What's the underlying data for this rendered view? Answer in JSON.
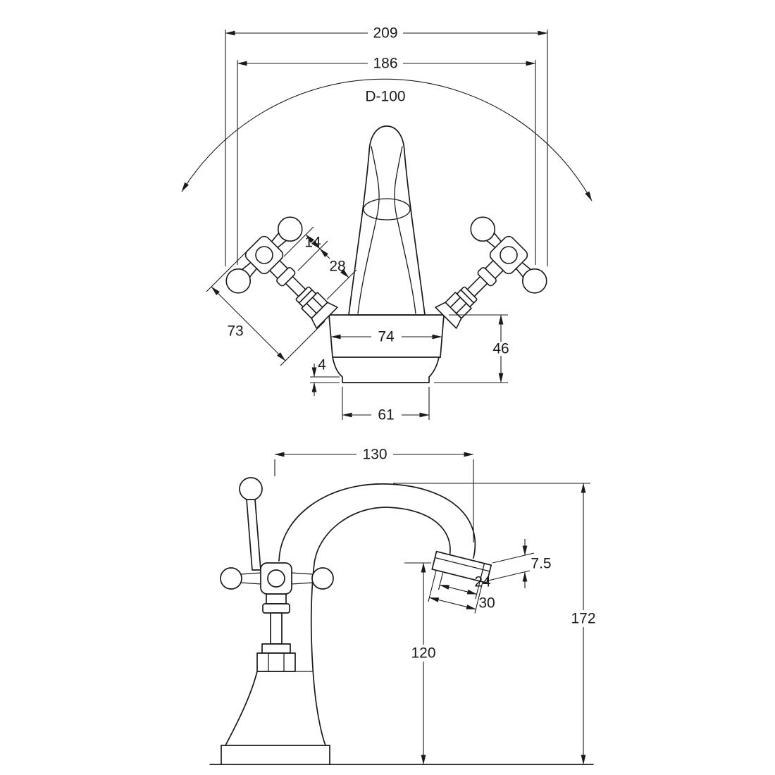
{
  "colors": {
    "line": "#1a1a1a",
    "background": "#ffffff"
  },
  "front_view": {
    "overall_width": "209",
    "handle_centres": "186",
    "swing_diameter": "D-100",
    "offset_small": "14",
    "offset_large": "28",
    "handle_length": "73",
    "body_width": "74",
    "body_height": "46",
    "base_lip": "4",
    "base_width": "61"
  },
  "side_view": {
    "spout_reach": "130",
    "tip_detail": "7.5",
    "aerator_width": "24",
    "aerator_housing": "30",
    "overall_height": "172",
    "outlet_height": "120"
  }
}
